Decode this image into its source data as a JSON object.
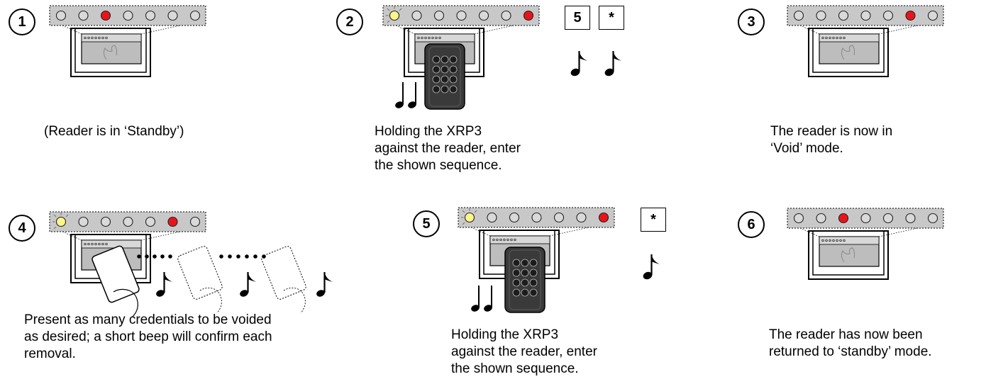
{
  "steps": [
    {
      "number": "1",
      "caption": "(Reader is in ‘Standby’)",
      "leds": {
        "yellow": false,
        "red": 3
      }
    },
    {
      "number": "2",
      "caption": "Holding the XRP3\nagainst the reader, enter\nthe shown sequence.",
      "leds": {
        "yellow": true,
        "red": 7
      },
      "keys": [
        "5",
        "*"
      ]
    },
    {
      "number": "3",
      "caption": "The reader is now in\n‘Void’ mode.",
      "leds": {
        "yellow": false,
        "red": 6
      }
    },
    {
      "number": "4",
      "caption": "Present as many credentials to be voided\nas desired; a short beep will confirm each\nremoval.",
      "leds": {
        "yellow": true,
        "red": 6
      }
    },
    {
      "number": "5",
      "caption": "Holding the XRP3\nagainst the reader, enter\nthe shown sequence.",
      "leds": {
        "yellow": true,
        "red": 7
      },
      "keys": [
        "*"
      ]
    },
    {
      "number": "6",
      "caption": "The reader has now been\nreturned to ‘standby’ mode.",
      "leds": {
        "yellow": false,
        "red": 3
      }
    }
  ],
  "colors": {
    "led_red": "#e8141b",
    "led_yellow": "#fbf58c",
    "led_off": "#d9d9d9",
    "strip_bg": "#c8c8c8",
    "keypad": "#3a3a3a"
  },
  "icons": [
    "reader-icon",
    "led-strip-icon",
    "keypad-icon",
    "card-icon",
    "hand-icon",
    "music-note-icon"
  ]
}
